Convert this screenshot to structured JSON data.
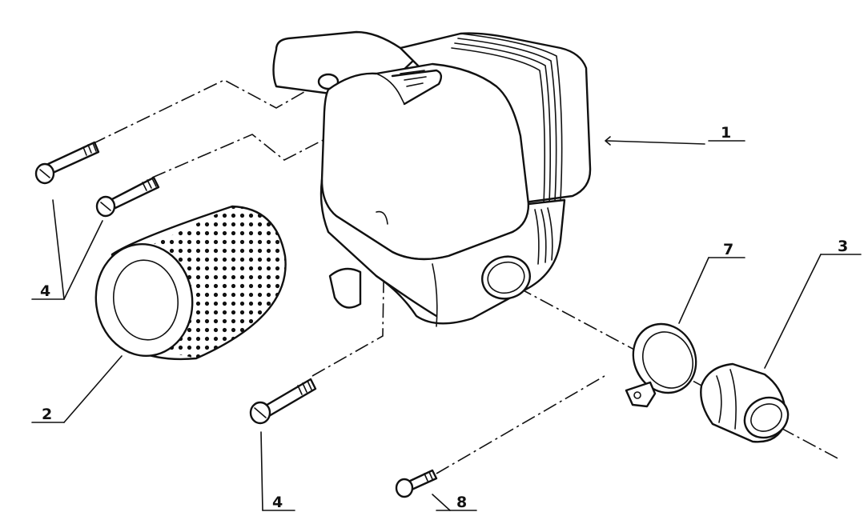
{
  "diagram": {
    "callouts": [
      {
        "id": "housing",
        "label": "1"
      },
      {
        "id": "filter-element",
        "label": "2"
      },
      {
        "id": "intake-sleeve",
        "label": "3"
      },
      {
        "id": "upper-screws",
        "label": "4"
      },
      {
        "id": "lower-screw",
        "label": "4"
      },
      {
        "id": "hose-clamp",
        "label": "7"
      },
      {
        "id": "clamp-screw",
        "label": "8"
      }
    ]
  }
}
